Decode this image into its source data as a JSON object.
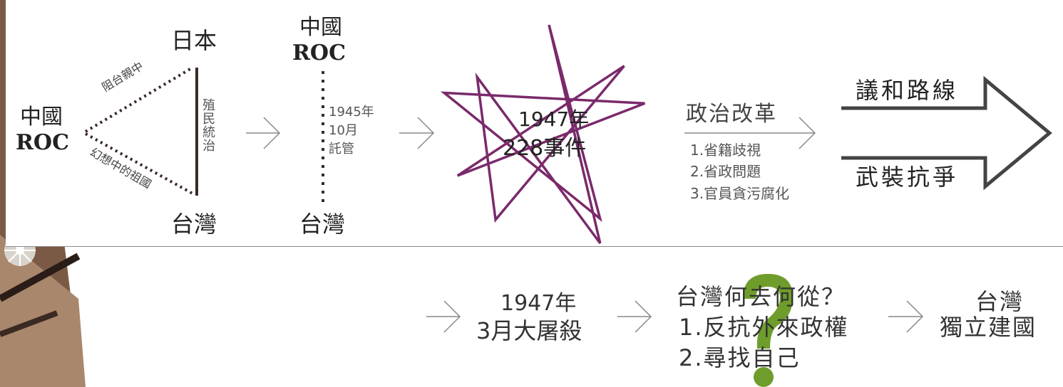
{
  "colors": {
    "accent_star": "#7a2a6b",
    "dotted": "#3a2a25",
    "question_mark": "#6e9d2b",
    "text": "#333333",
    "arrow": "#444444"
  },
  "stage1": {
    "left_name": "中國",
    "left_roc": "ROC",
    "top": "日本",
    "bottom": "台灣",
    "upper_line": "阻台親中",
    "lower_line": "幻想中的祖國",
    "vertical": "殖民統治"
  },
  "stage2": {
    "top_name": "中國",
    "top_roc": "ROC",
    "bottom": "台灣",
    "notes": [
      "1945年",
      "10月",
      "託管"
    ]
  },
  "event": {
    "year": "1947年",
    "name": "228事件"
  },
  "reform": {
    "title": "政治改革",
    "items": [
      "1.省籍歧視",
      "2.省政問題",
      "3.官員貪污腐化"
    ]
  },
  "routes": {
    "upper": "議和路線",
    "lower": "武裝抗爭"
  },
  "bottom_row": {
    "massacre_year": "1947年",
    "massacre": "3月大屠殺",
    "question": "台灣何去何從？",
    "option1": "1.反抗外來政權",
    "option2": "2.尋找自己",
    "result_line1": "台灣",
    "result_line2": "獨立建國"
  },
  "icons": [
    "question-mark-icon",
    "arrow-icon",
    "star-icon"
  ]
}
